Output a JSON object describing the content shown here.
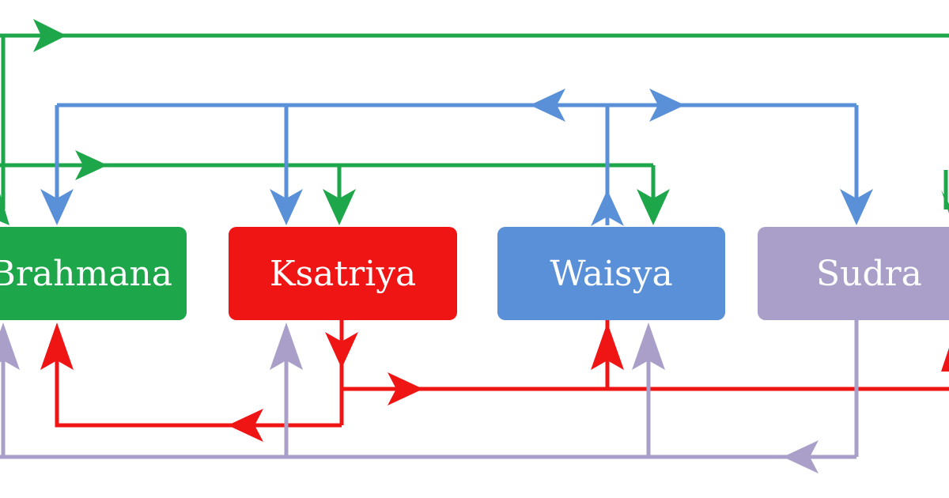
{
  "nodes": {
    "brahmana": {
      "label": "Brahmana",
      "color": "#1ea64a"
    },
    "ksatriya": {
      "label": "Ksatriya",
      "color": "#f01515"
    },
    "waisya": {
      "label": "Waisya",
      "color": "#5a90d8"
    },
    "sudra": {
      "label": "Sudra",
      "color": "#a99fc9"
    }
  },
  "flow_colors": {
    "brahmana": "#1ea64a",
    "ksatriya": "#f01515",
    "waisya": "#5a90d8",
    "sudra": "#a99fc9"
  }
}
